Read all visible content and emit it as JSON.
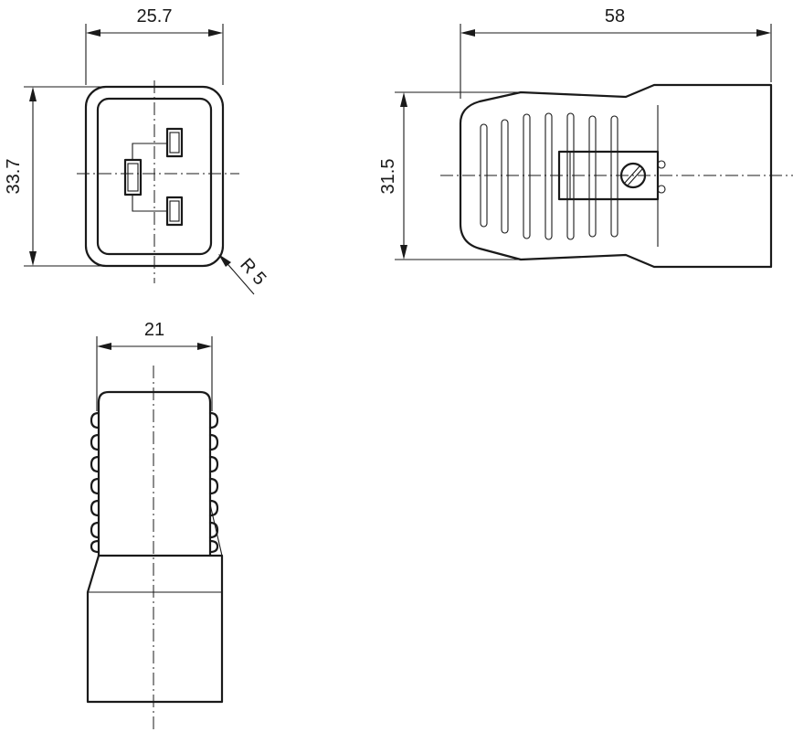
{
  "dimensions": {
    "front_width": "25.7",
    "front_height": "33.7",
    "corner_radius": "R 5",
    "side_length": "58",
    "side_height": "31.5",
    "bottom_width": "21"
  },
  "colors": {
    "line": "#1a1a1a",
    "background": "#ffffff"
  }
}
